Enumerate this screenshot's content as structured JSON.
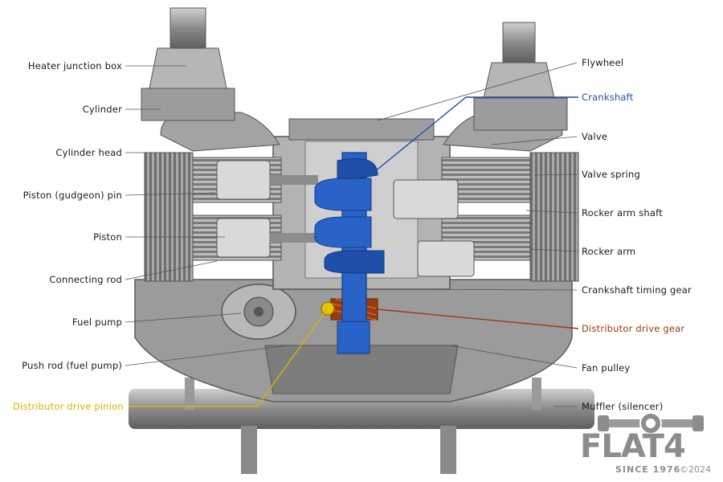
{
  "labels_left": [
    {
      "id": "heater-junction-box",
      "text": "Heater junction box"
    },
    {
      "id": "cylinder",
      "text": "Cylinder"
    },
    {
      "id": "cylinder-head",
      "text": "Cylinder head"
    },
    {
      "id": "piston-gudgeon-pin",
      "text": "Piston (gudgeon) pin"
    },
    {
      "id": "piston",
      "text": "Piston"
    },
    {
      "id": "connecting-rod",
      "text": "Connecting rod"
    },
    {
      "id": "fuel-pump",
      "text": "Fuel pump"
    },
    {
      "id": "push-rod-fuel-pump",
      "text": "Push rod (fuel pump)"
    }
  ],
  "labels_right": [
    {
      "id": "flywheel",
      "text": "Flywheel"
    },
    {
      "id": "crankshaft",
      "text": "Crankshaft"
    },
    {
      "id": "valve",
      "text": "Valve"
    },
    {
      "id": "valve-spring",
      "text": "Valve spring"
    },
    {
      "id": "rocker-arm-shaft",
      "text": "Rocker arm shaft"
    },
    {
      "id": "rocker-arm",
      "text": "Rocker arm"
    },
    {
      "id": "crankshaft-timing-gear",
      "text": "Crankshaft timing gear"
    },
    {
      "id": "distributor-drive-gear",
      "text": "Distributor drive gear"
    },
    {
      "id": "fan-pulley",
      "text": "Fan pulley"
    },
    {
      "id": "muffler-silencer",
      "text": "Muffler (silencer)"
    }
  ],
  "label_bottom_left": {
    "id": "distributor-drive-pinion",
    "text": "Distributor drive pinion"
  },
  "colors": {
    "crankshaft": "#1f4fa8",
    "distributor_drive_gear": "#9a3b0c",
    "distributor_drive_pinion": "#d8b400",
    "engine_body": "#8f8f8f",
    "leader": "#555555"
  },
  "logo": {
    "word": "FLAT4",
    "since": "SINCE 1976",
    "copyright": "©2024"
  }
}
